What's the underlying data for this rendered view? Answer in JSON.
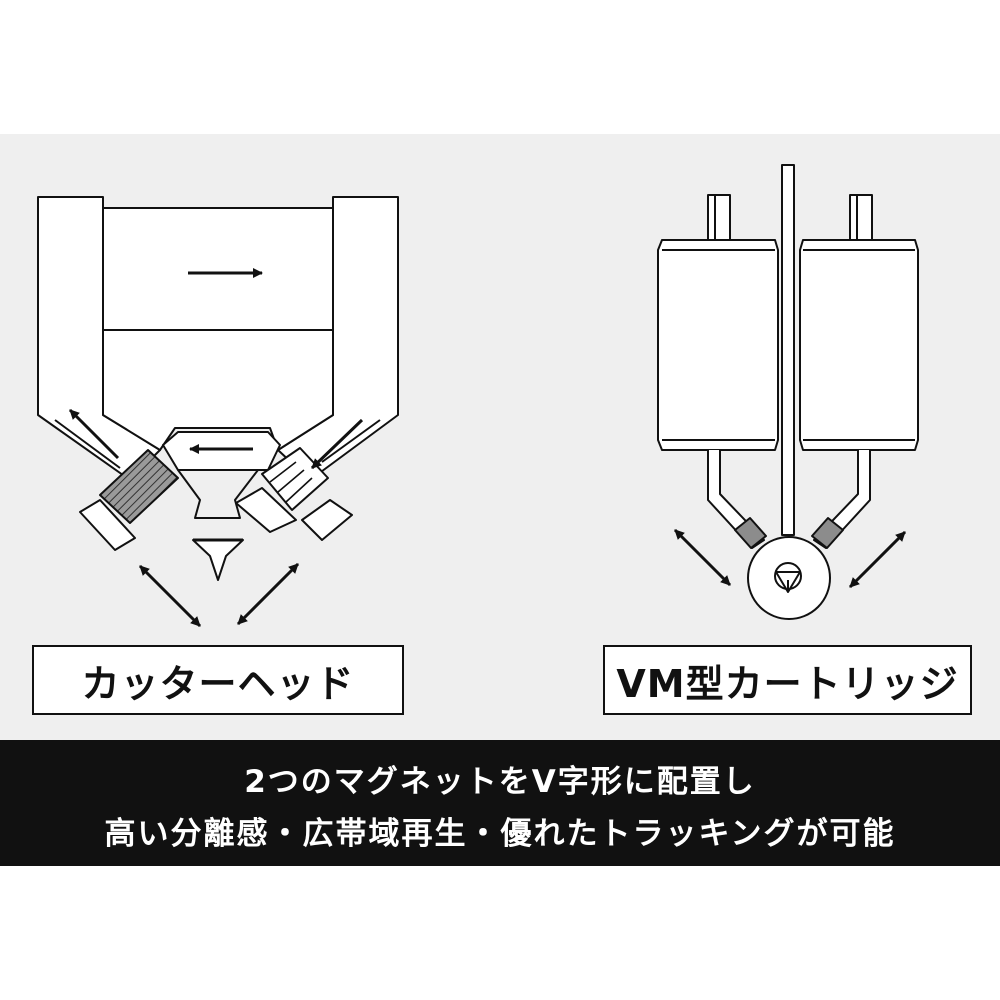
{
  "labels": {
    "left": "カッターヘッド",
    "right": "VM型カートリッジ"
  },
  "caption": {
    "line1": "2つのマグネットをV字形に配置し",
    "line2": "高い分離感・広帯域再生・優れたトラッキングが可能"
  },
  "colors": {
    "panel_background": "#efefef",
    "band_background": "#111111",
    "band_text": "#ffffff",
    "stroke": "#111111",
    "magnet_fill": "#8c8c8c"
  },
  "icons": {
    "arrow": "double-headed-arrow",
    "stylus": "stylus-tip"
  }
}
